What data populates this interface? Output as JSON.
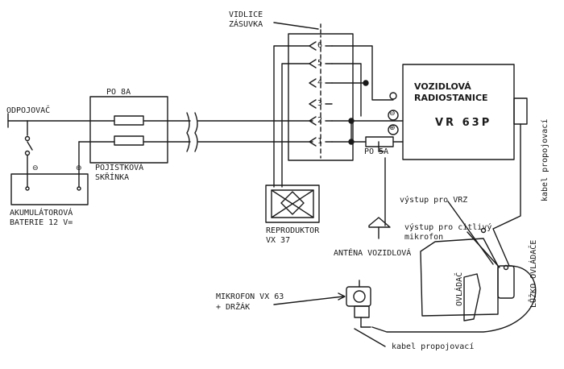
{
  "components": {
    "disconnector": "ODPOJOVAČ",
    "fuse_box_rating": "PO 8A",
    "fuse_box_name": [
      "POJISTKOVÁ",
      "SKŘÍNKA"
    ],
    "battery": [
      "AKUMULÁTOROVÁ",
      "BATERIE 12 V="
    ],
    "battery_minus": "⊖",
    "battery_plus": "⊕",
    "socket_title": [
      "VIDLICE",
      "ZÁSUVKA"
    ],
    "pins": [
      "6",
      "5",
      "4",
      "3",
      "2",
      "1"
    ],
    "radio": [
      "VOZIDLOVÁ",
      "RADIOSTANICE"
    ],
    "radio_model": "VR 63P",
    "radio_fuse": "PO 5A",
    "speaker": [
      "REPRODUKTOR",
      "VX 37"
    ],
    "antenna": "ANTÉNA VOZIDLOVÁ",
    "microphone": [
      "MIKROFON VX 63",
      "+ DRŽÁK"
    ],
    "controller": "OVLÁDAČ",
    "controller_cradle": "LŮŽKO OVLÁDAČE",
    "output_vrz": "výstup pro VRZ",
    "output_mic": [
      "výstup pro citlivý",
      "mikrofon"
    ],
    "cable_bottom": "kabel propojovací",
    "cable_right": "kabel propojovací",
    "minus_sign": "⊖",
    "plus_sign": "⊕"
  },
  "colors": {
    "ink": "#1a1a1a",
    "paper": "#ffffff"
  }
}
